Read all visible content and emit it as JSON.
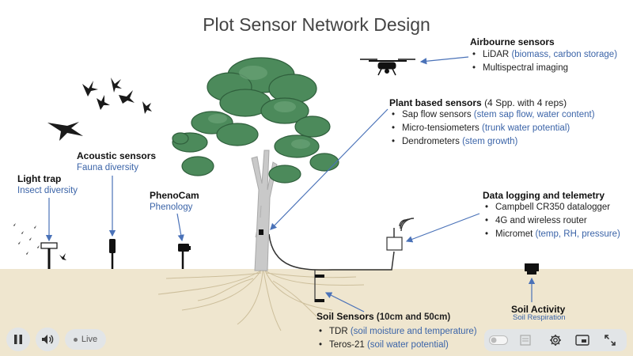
{
  "title": "Plot Sensor Network Design",
  "airborne": {
    "heading": "Airbourne sensors",
    "items": [
      {
        "text": "LiDAR",
        "note": "(biomass, carbon storage)"
      },
      {
        "text": "Multispectral imaging",
        "note": ""
      }
    ]
  },
  "plant": {
    "heading": "Plant based sensors",
    "heading_suffix": "(4 Spp. with 4 reps)",
    "items": [
      {
        "text": "Sap flow sensors",
        "note": "(stem sap flow, water content)"
      },
      {
        "text": "Micro-tensiometers",
        "note": "(trunk water potential)"
      },
      {
        "text": "Dendrometers",
        "note": "(stem growth)"
      }
    ]
  },
  "acoustic": {
    "heading": "Acoustic sensors",
    "sub": "Fauna diversity"
  },
  "lighttrap": {
    "heading": "Light trap",
    "sub": "Insect diversity"
  },
  "phenocam": {
    "heading": "PhenoCam",
    "sub": "Phenology"
  },
  "datalog": {
    "heading": "Data logging and telemetry",
    "items": [
      {
        "text": "Campbell CR350 datalogger",
        "note": ""
      },
      {
        "text": "4G and wireless router",
        "note": ""
      },
      {
        "text": "Micromet",
        "note": "(temp, RH, pressure)"
      }
    ]
  },
  "soil": {
    "heading": "Soil Sensors",
    "heading_suffix": "(10cm and 50cm)",
    "items": [
      {
        "text": "TDR",
        "note": "(soil moisture and temperature)"
      },
      {
        "text": "Teros-21",
        "note": "(soil water potential)"
      }
    ]
  },
  "soilactivity": {
    "heading": "Soil Activity",
    "sub": "Soil Respiration"
  },
  "controls": {
    "live_label": "Live",
    "pause_icon": "pause-icon",
    "volume_icon": "volume-icon",
    "captions_icon": "captions-icon",
    "settings_icon": "gear-icon",
    "pip_icon": "picture-in-picture-icon",
    "fullscreen_icon": "fullscreen-icon"
  },
  "colors": {
    "accent_blue": "#3b64a8",
    "foliage": "#4c8a5b",
    "ground": "#efe6cf",
    "trunk": "#c9c9c9"
  }
}
